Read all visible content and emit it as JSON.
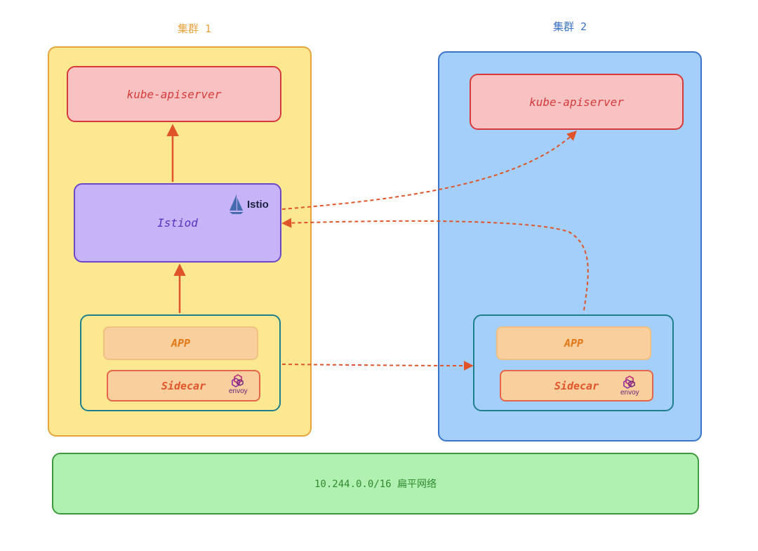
{
  "cluster1": {
    "title": "集群 1",
    "apiserver_label": "kube-apiserver",
    "istiod_label": "Istiod",
    "istio_logo_text": "Istio",
    "app_label": "APP",
    "sidecar_label": "Sidecar",
    "envoy_text": "envoy"
  },
  "cluster2": {
    "title": "集群 2",
    "apiserver_label": "kube-apiserver",
    "app_label": "APP",
    "sidecar_label": "Sidecar",
    "envoy_text": "envoy"
  },
  "network": {
    "label": "10.244.0.0/16 扁平网络"
  },
  "colors": {
    "cluster1_fill": "#fbe891",
    "cluster1_border": "#e8a33d",
    "cluster2_fill": "#a3cffa",
    "cluster2_border": "#3b73c9",
    "apiserver_fill": "#f8c2c2",
    "istiod_fill": "#c6b3f8",
    "pod_border": "#1f7e8c",
    "network_fill": "#b0f0b0",
    "arrow": "#e0542a"
  },
  "icons": [
    "istio-sail-icon",
    "envoy-hexagon-icon"
  ]
}
